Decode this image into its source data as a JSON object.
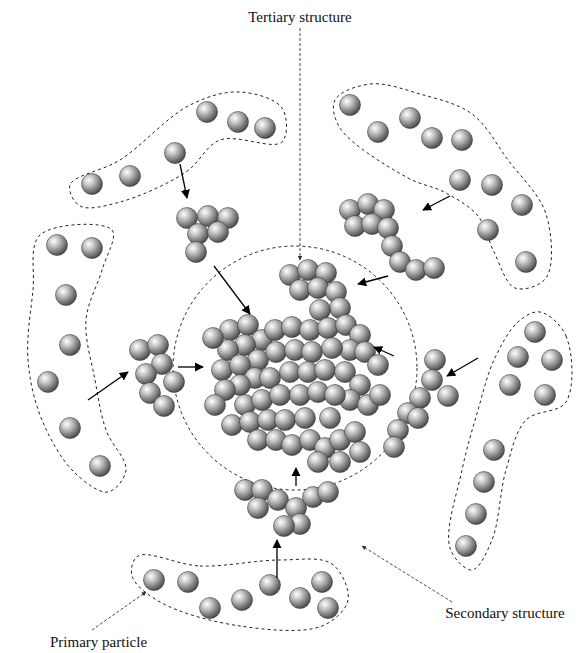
{
  "diagram": {
    "labels": [
      "Tertiary structure",
      "Secondary structure",
      "Primary particle"
    ]
  }
}
